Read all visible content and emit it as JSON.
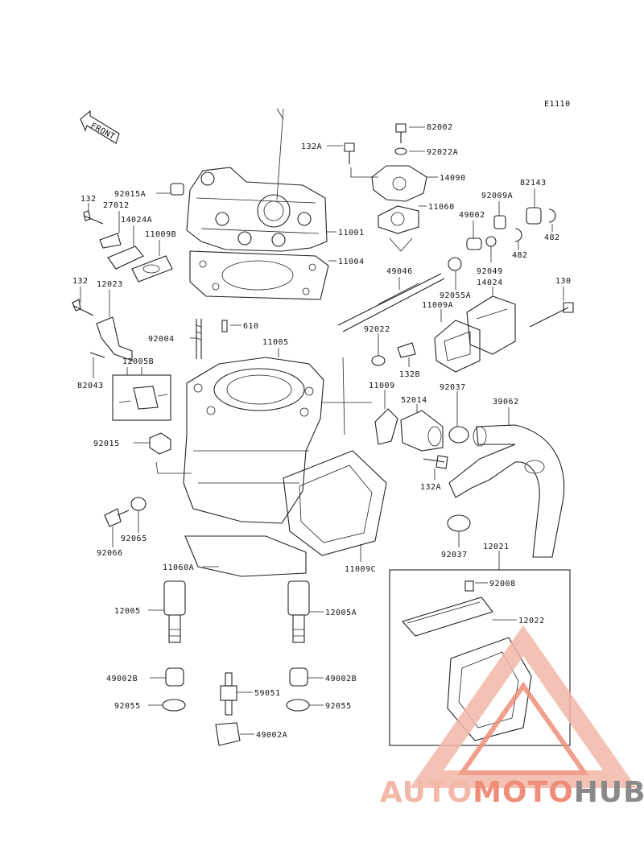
{
  "diagram_code": "E1110",
  "front_label": "FRONT",
  "parts": [
    {
      "id": "p1",
      "label": "82002"
    },
    {
      "id": "p2",
      "label": "132A"
    },
    {
      "id": "p3",
      "label": "92022A"
    },
    {
      "id": "p4",
      "label": "14090"
    },
    {
      "id": "p5",
      "label": "132"
    },
    {
      "id": "p6",
      "label": "92015A"
    },
    {
      "id": "p7",
      "label": "27012"
    },
    {
      "id": "p8",
      "label": "14024A"
    },
    {
      "id": "p9",
      "label": "11009B"
    },
    {
      "id": "p10",
      "label": "11060"
    },
    {
      "id": "p11",
      "label": "82143"
    },
    {
      "id": "p12",
      "label": "92009A"
    },
    {
      "id": "p13",
      "label": "49002"
    },
    {
      "id": "p14",
      "label": "11001"
    },
    {
      "id": "p15",
      "label": "11004"
    },
    {
      "id": "p16",
      "label": "482"
    },
    {
      "id": "p17",
      "label": "482"
    },
    {
      "id": "p18",
      "label": "92049"
    },
    {
      "id": "p19",
      "label": "14024"
    },
    {
      "id": "p20",
      "label": "49046"
    },
    {
      "id": "p21",
      "label": "132"
    },
    {
      "id": "p22",
      "label": "12023"
    },
    {
      "id": "p23",
      "label": "92055A"
    },
    {
      "id": "p24",
      "label": "130"
    },
    {
      "id": "p25",
      "label": "11009A"
    },
    {
      "id": "p26",
      "label": "92004"
    },
    {
      "id": "p27",
      "label": "610"
    },
    {
      "id": "p28",
      "label": "11005"
    },
    {
      "id": "p29",
      "label": "92022"
    },
    {
      "id": "p30",
      "label": "132B"
    },
    {
      "id": "p31",
      "label": "12005B"
    },
    {
      "id": "p32",
      "label": "82043"
    },
    {
      "id": "p33",
      "label": "11009"
    },
    {
      "id": "p34",
      "label": "92037"
    },
    {
      "id": "p35",
      "label": "39062"
    },
    {
      "id": "p36",
      "label": "52014"
    },
    {
      "id": "p37",
      "label": "92015"
    },
    {
      "id": "p38",
      "label": "132A"
    },
    {
      "id": "p39",
      "label": "92065"
    },
    {
      "id": "p40",
      "label": "92066"
    },
    {
      "id": "p41",
      "label": "92037"
    },
    {
      "id": "p42",
      "label": "12021"
    },
    {
      "id": "p43",
      "label": "11009C"
    },
    {
      "id": "p44",
      "label": "11060A"
    },
    {
      "id": "p45",
      "label": "92008"
    },
    {
      "id": "p46",
      "label": "12005"
    },
    {
      "id": "p47",
      "label": "12005A"
    },
    {
      "id": "p48",
      "label": "12022"
    },
    {
      "id": "p49",
      "label": "49002B"
    },
    {
      "id": "p50",
      "label": "49002B"
    },
    {
      "id": "p51",
      "label": "59051"
    },
    {
      "id": "p52",
      "label": "92055"
    },
    {
      "id": "p53",
      "label": "92055"
    },
    {
      "id": "p54",
      "label": "49002A"
    }
  ],
  "watermark": {
    "word_part1": "AUTO",
    "word_part2": "MOTO",
    "word_part3": "HUB",
    "color_light": "#f2b8a8",
    "color_mid": "#ef8f7a",
    "color_grey": "#8a8a8a"
  }
}
